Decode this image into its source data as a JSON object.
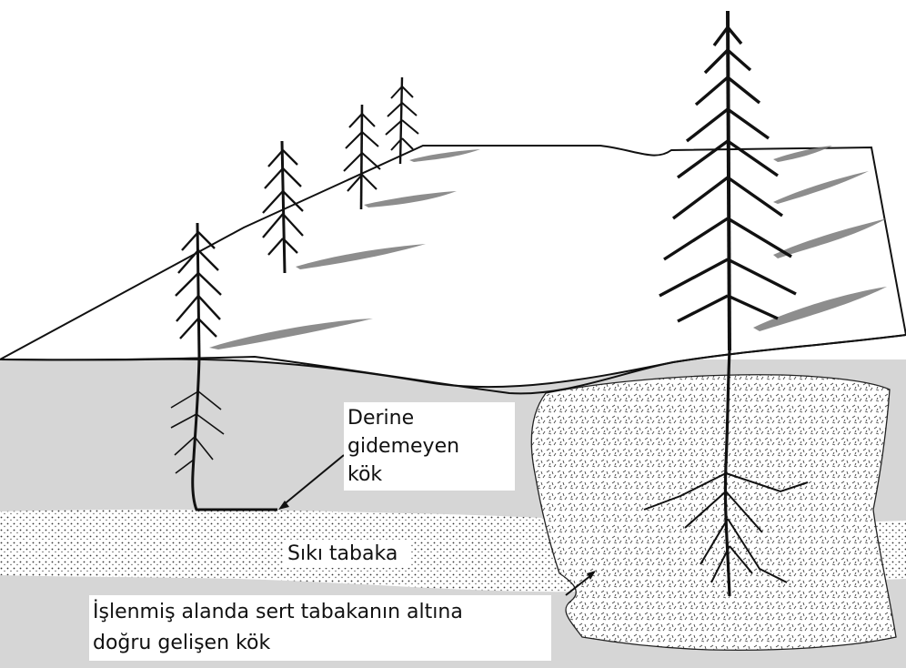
{
  "labels": {
    "shallow_root": [
      "Derine",
      "gidemeyen",
      "kök"
    ],
    "hard_layer": "Sıkı tabaka",
    "developed_root": [
      "İşlenmiş alanda sert tabakanın altına",
      "doğru gelişen kök"
    ]
  },
  "colors": {
    "ground_cross_section": "#d6d6d6",
    "surface": "#ffffff",
    "line": "#111111",
    "shadow": "#7a7a7a"
  }
}
